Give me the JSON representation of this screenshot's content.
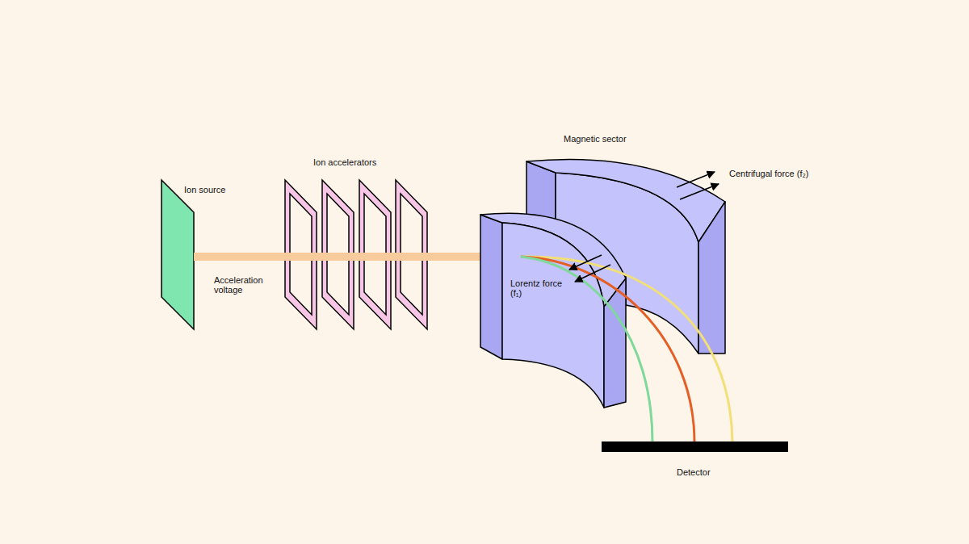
{
  "diagram": {
    "labels": [
      "Magnetic sector",
      "Ion accelerators",
      "Centrifugal force (f₂)",
      "Ion source",
      "Acceleration voltage",
      "Lorentz force (f₁)",
      "Detector"
    ]
  }
}
